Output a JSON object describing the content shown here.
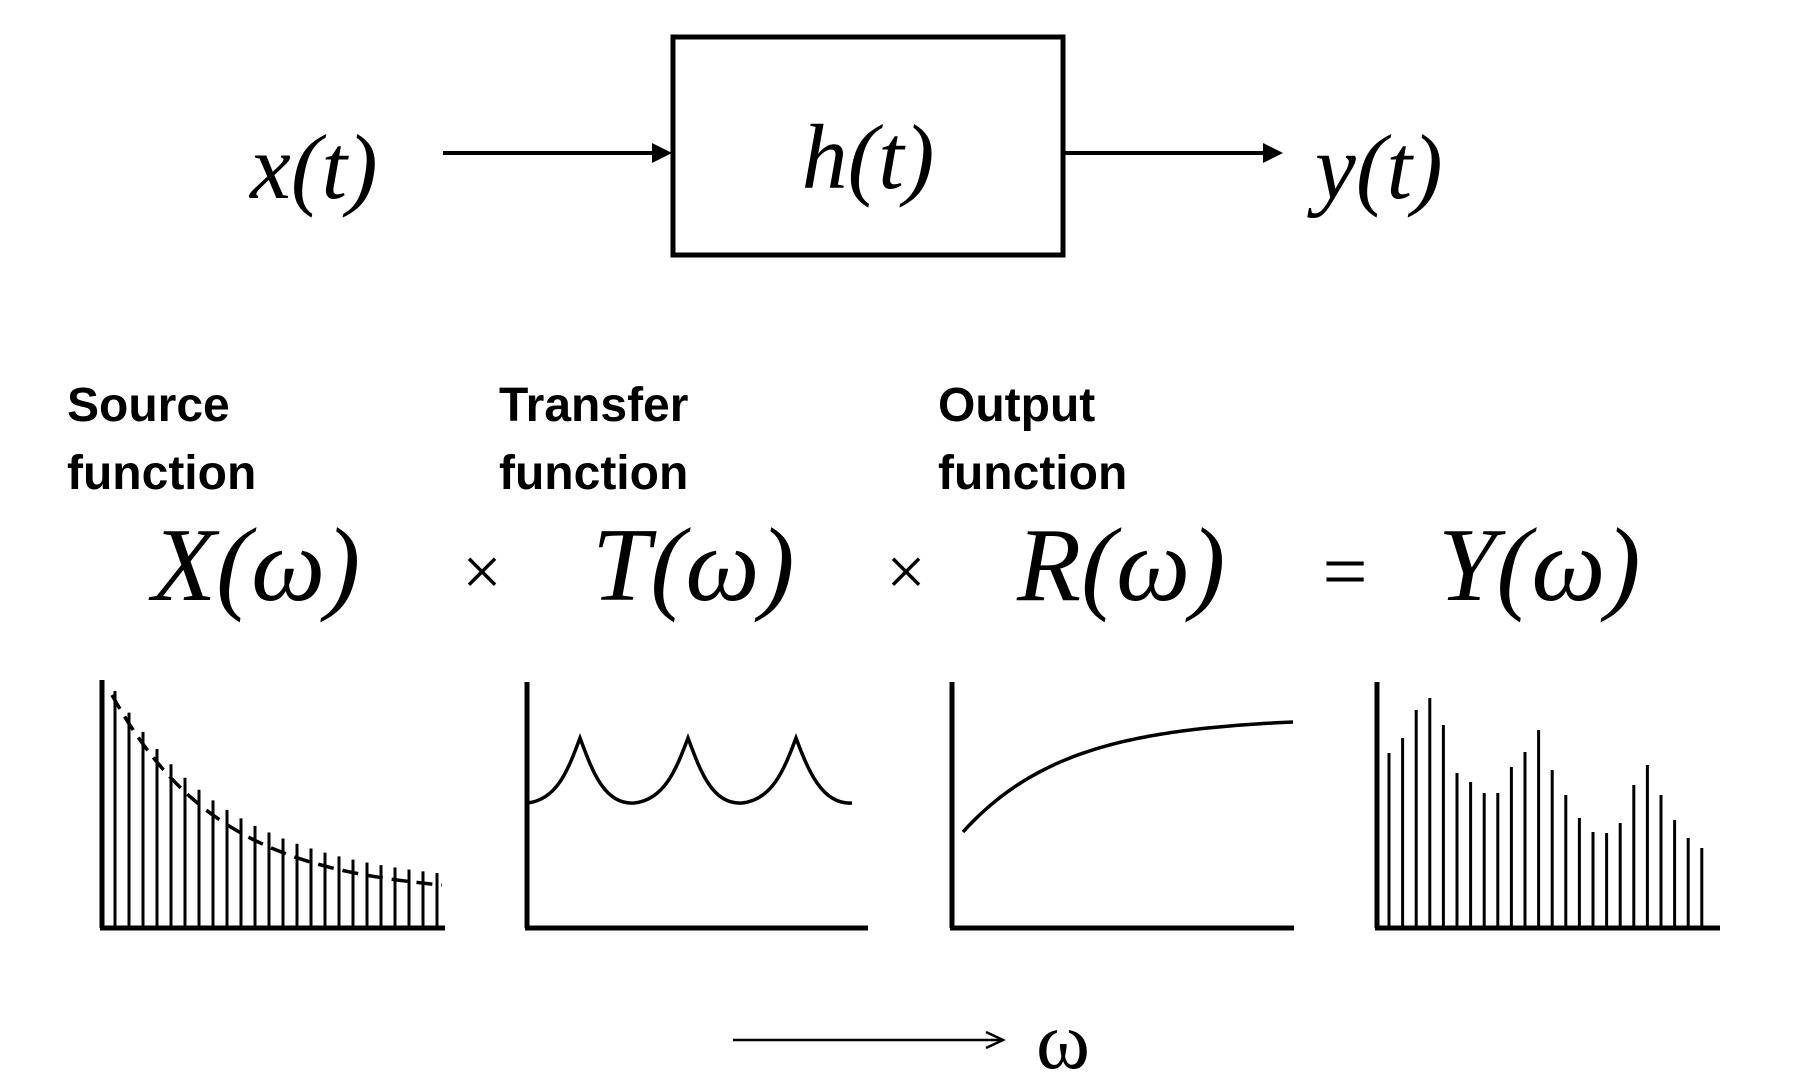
{
  "system_block": {
    "input": "x(t)",
    "system": "h(t)",
    "output": "y(t)"
  },
  "labels": {
    "source": [
      "Source",
      "function"
    ],
    "transfer": [
      "Transfer",
      "function"
    ],
    "output": [
      "Output",
      "function"
    ]
  },
  "equation": {
    "source": "X(ω)",
    "op1": "×",
    "transfer": "T(ω)",
    "op2": "×",
    "response": "R(ω)",
    "equals": "=",
    "result": "Y(ω)"
  },
  "axis_symbol": "ω",
  "colors": {
    "ink": "#000000",
    "background": "#ffffff"
  }
}
